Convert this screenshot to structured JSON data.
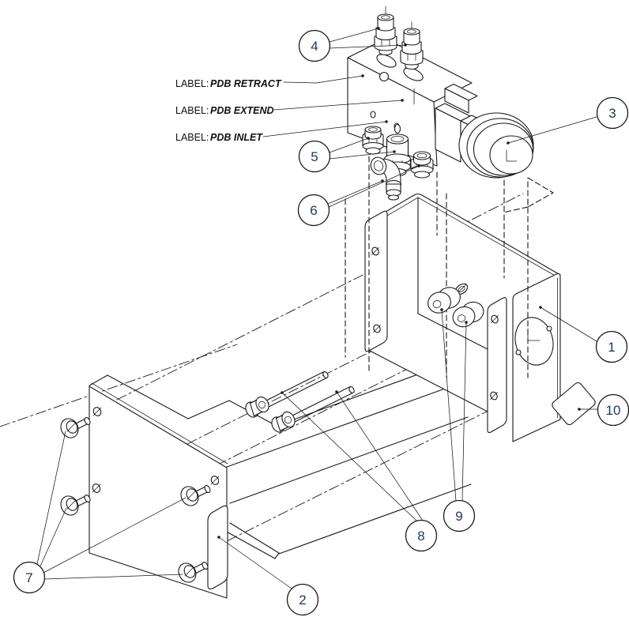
{
  "labels": [
    {
      "prefix": "LABEL:",
      "value": "PDB RETRACT"
    },
    {
      "prefix": "LABEL:",
      "value": "PDB EXTEND"
    },
    {
      "prefix": "LABEL:",
      "value": "PDB INLET"
    }
  ],
  "callouts": [
    {
      "number": "1"
    },
    {
      "number": "2"
    },
    {
      "number": "3"
    },
    {
      "number": "4"
    },
    {
      "number": "5"
    },
    {
      "number": "6"
    },
    {
      "number": "7"
    },
    {
      "number": "8"
    },
    {
      "number": "9"
    },
    {
      "number": "10"
    }
  ],
  "colors": {
    "line": "#1a1a1a",
    "callout_number": "#1f3864",
    "background": "#ffffff"
  }
}
